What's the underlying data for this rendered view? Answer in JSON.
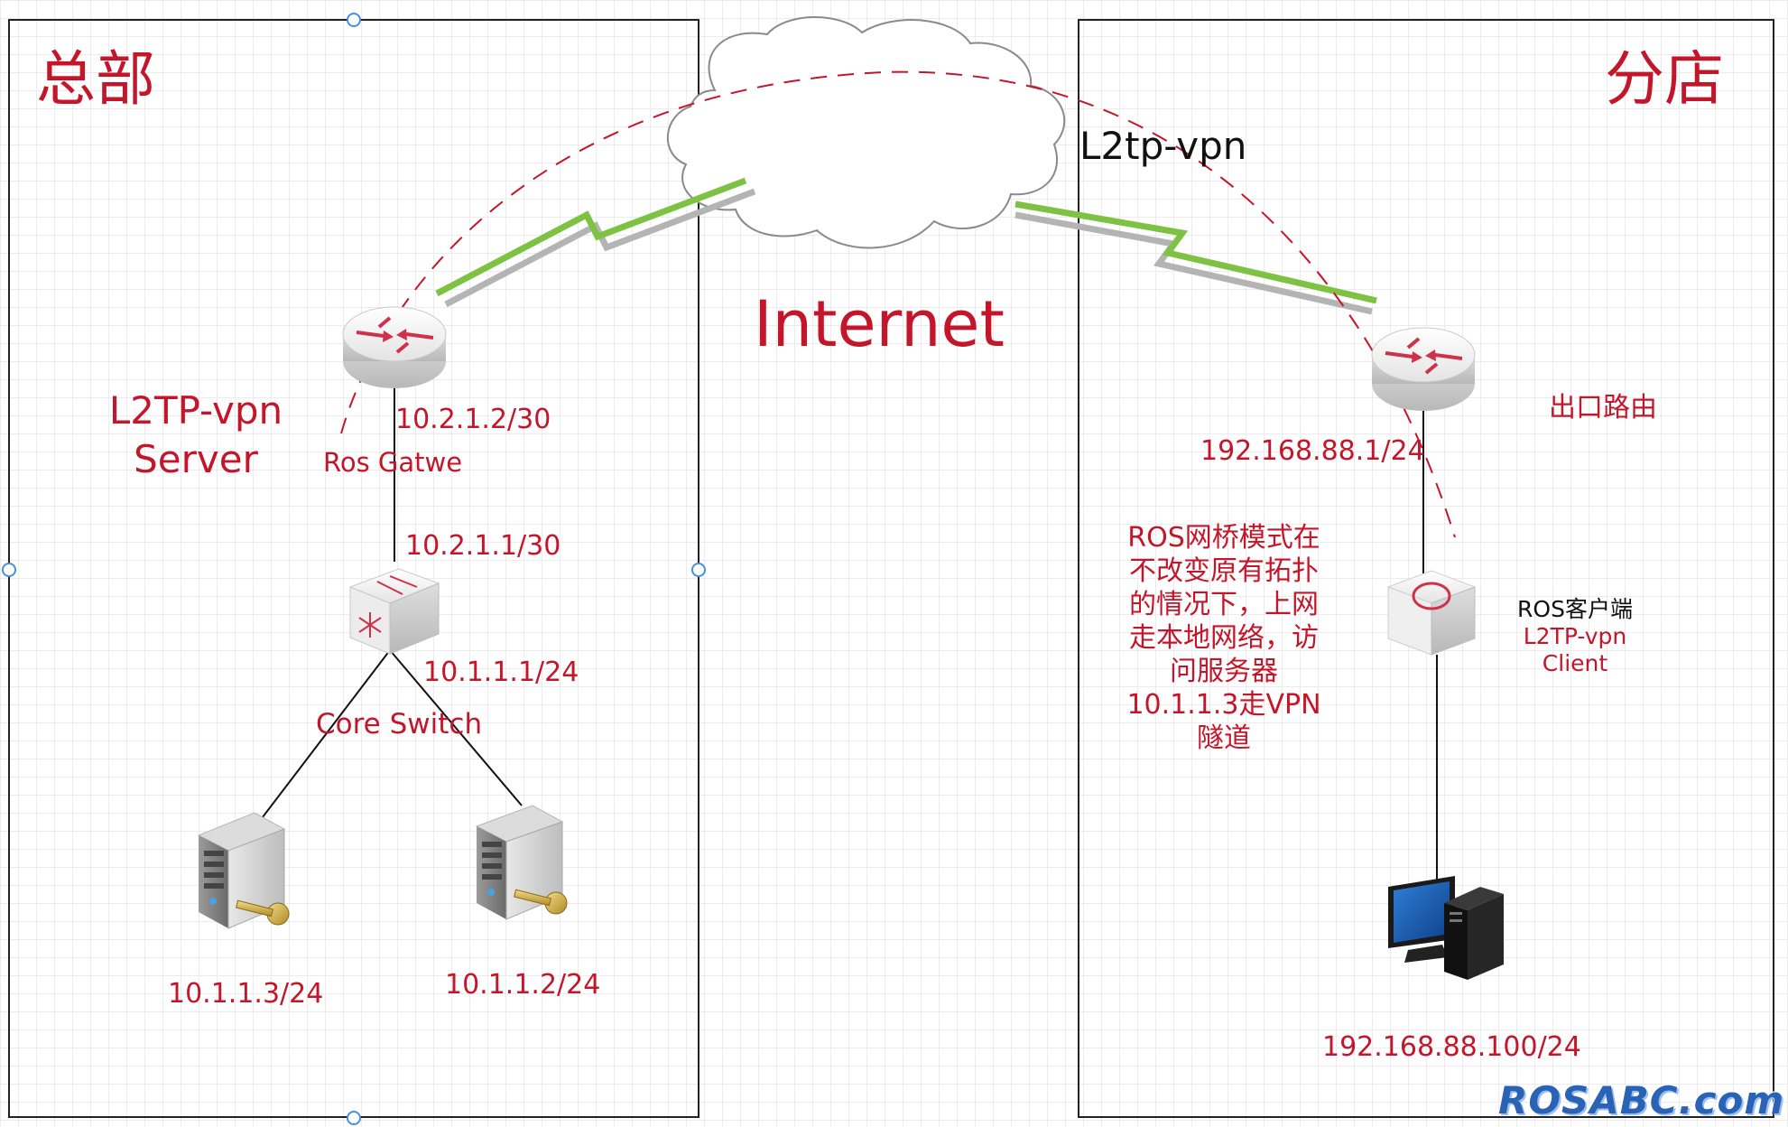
{
  "headquarters": {
    "title": "总部",
    "server_label_line1": "L2TP-vpn",
    "server_label_line2": "Server",
    "router_ip": "10.2.1.2/30",
    "router_name": "Ros Gatwe",
    "switch_uplink_ip": "10.2.1.1/30",
    "switch_ip": "10.1.1.1/24",
    "switch_name": "Core Switch",
    "server1_ip": "10.1.1.3/24",
    "server2_ip": "10.1.1.2/24"
  },
  "cloud": {
    "label": "Internet",
    "tunnel_label": "L2tp-vpn"
  },
  "branch": {
    "title": "分店",
    "router_role": "出口路由",
    "router_ip": "192.168.88.1/24",
    "note": "ROS网桥模式在不改变原有拓扑的情况下，上网走本地网络，访问服务器10.1.1.3走VPN隧道",
    "client_line1": "ROS客户端",
    "client_line2": "L2TP-vpn",
    "client_line3": "Client",
    "pc_ip": "192.168.88.100/24"
  },
  "watermark": "ROSABC.com",
  "colors": {
    "accent_red": "#c4162a",
    "link_green": "#7dc242",
    "panel_border": "#222222"
  }
}
